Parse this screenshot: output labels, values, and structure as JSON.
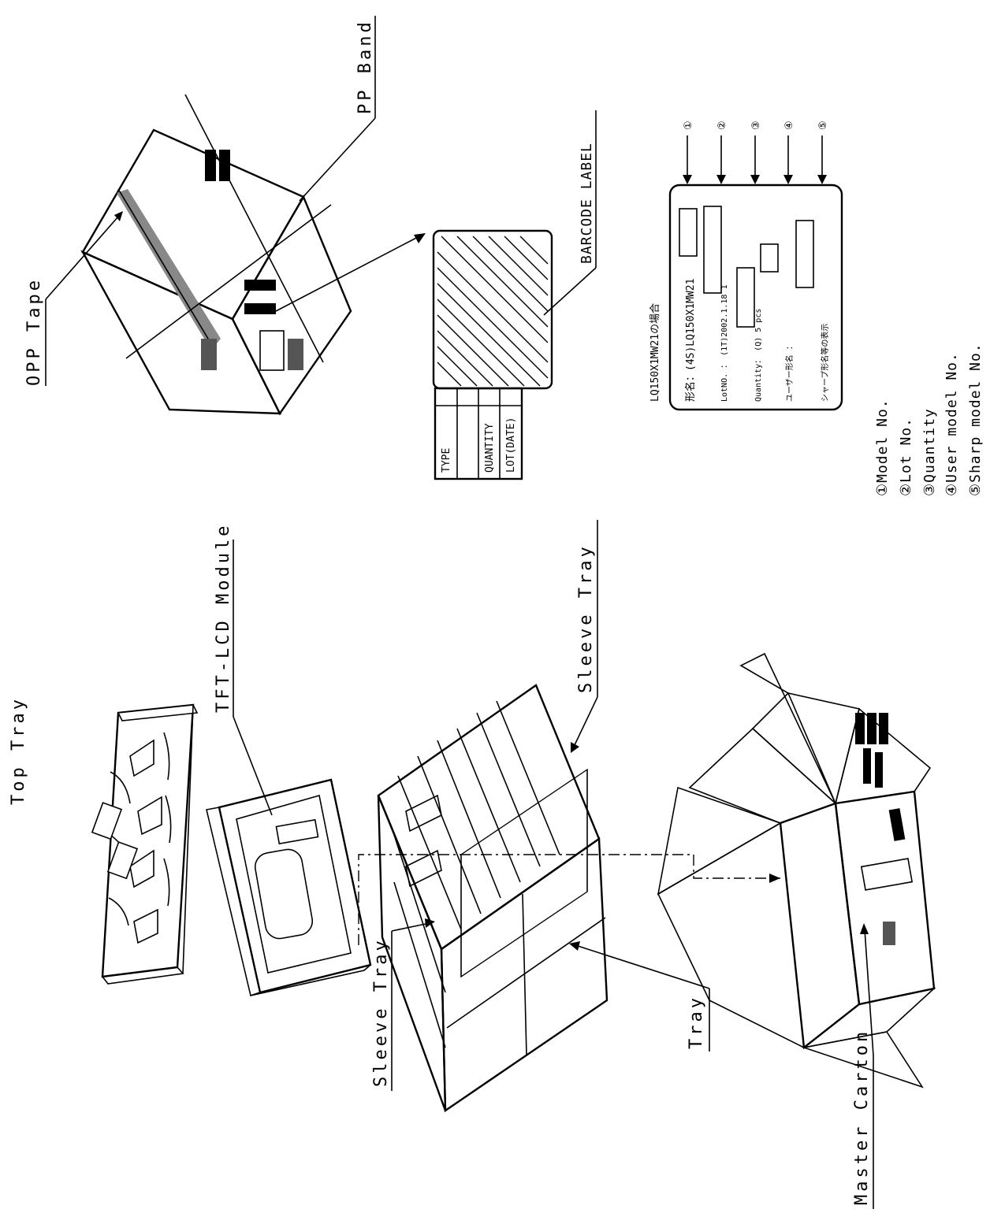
{
  "labels": {
    "top_tray": "Top Tray",
    "tft_lcd_module": "TFT-LCD Module",
    "sleeve_tray_right": "Sleeve Tray",
    "sleeve_tray_left": "Sleeve Tray",
    "tray": "Tray",
    "master_carton": "Master Carton",
    "opp_tape": "OPP Tape",
    "pp_band": "PP Band",
    "barcode_label": "BARCODE LABEL"
  },
  "barcode_table": {
    "rows": [
      "TYPE",
      "QUANTITY",
      "LOT(DATE)"
    ]
  },
  "label_example": {
    "heading": "LQ150X1MW21の場合",
    "line1": "形名：(4S)LQ150X1MW21",
    "line2": "LotNO.  ：  (1T)2002.1.18  1",
    "line3": "Quantity：  (Q)   5   pcs",
    "line4": "ユーザー形名  ：",
    "line5": "シャープ形名等の表示",
    "markers": [
      "①",
      "②",
      "③",
      "④",
      "⑤"
    ]
  },
  "legend": [
    "①Model No.",
    "②Lot No.",
    "③Quantity",
    "④User model No.",
    "⑤Sharp model No."
  ]
}
